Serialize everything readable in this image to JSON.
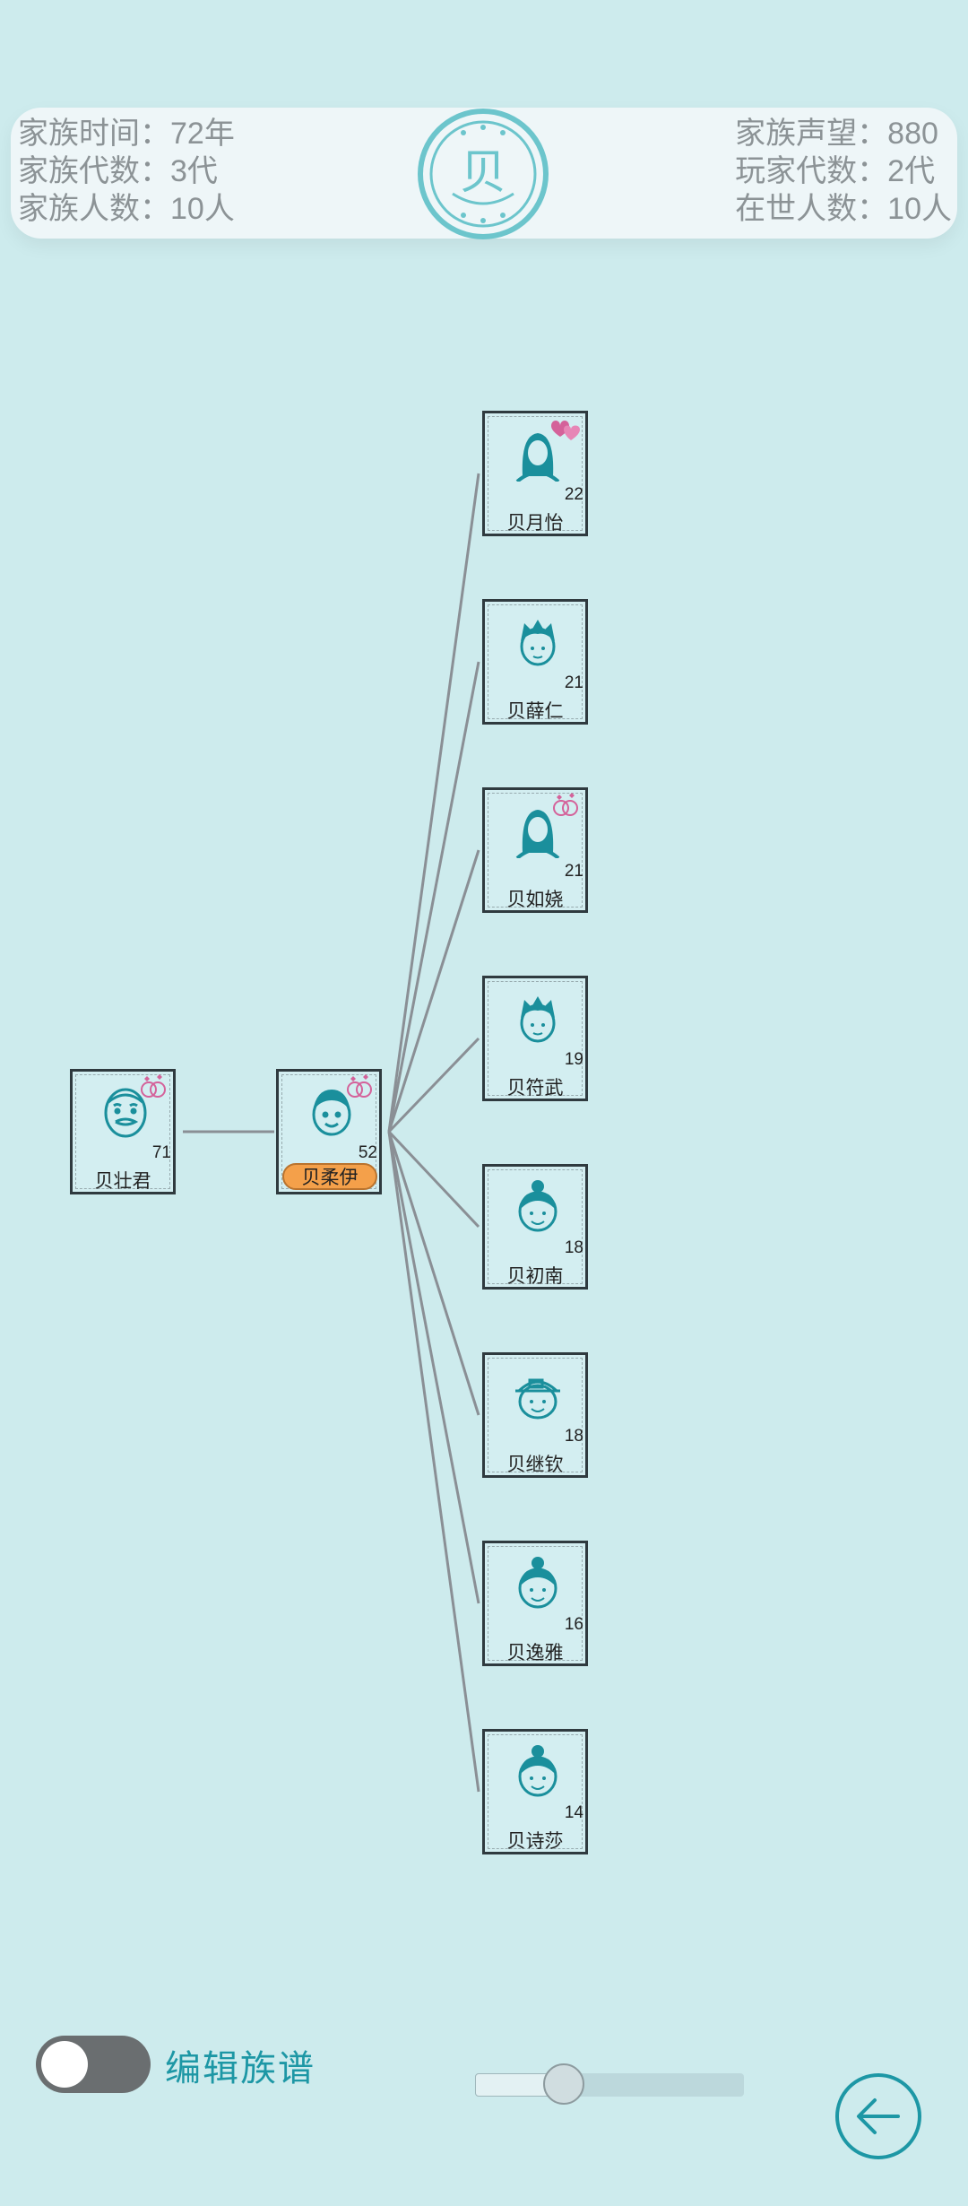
{
  "header": {
    "left_stats": [
      {
        "label": "家族时间：",
        "value": "72年"
      },
      {
        "label": "家族代数：",
        "value": "3代"
      },
      {
        "label": "家族人数：",
        "value": "10人"
      }
    ],
    "right_stats": [
      {
        "label": "家族声望：",
        "value": "880"
      },
      {
        "label": "玩家代数：",
        "value": "2代"
      },
      {
        "label": "在世人数：",
        "value": "10人"
      }
    ],
    "seal_char": "贝"
  },
  "tree": {
    "grandparent": {
      "name": "贝壮君",
      "age": "71",
      "face": "grandpa-icon",
      "badge": "rings-icon"
    },
    "player": {
      "name": "贝柔伊",
      "age": "52",
      "face": "woman-icon",
      "badge": "rings-icon"
    },
    "children": [
      {
        "name": "贝月怡",
        "age": "22",
        "face": "long-hair-woman-icon",
        "badge": "hearts-icon"
      },
      {
        "name": "贝薛仁",
        "age": "21",
        "face": "boy-icon",
        "badge": ""
      },
      {
        "name": "贝如娆",
        "age": "21",
        "face": "long-hair-woman-icon",
        "badge": "rings-icon"
      },
      {
        "name": "贝符武",
        "age": "19",
        "face": "boy-icon",
        "badge": ""
      },
      {
        "name": "贝初南",
        "age": "18",
        "face": "bun-girl-icon",
        "badge": ""
      },
      {
        "name": "贝继钦",
        "age": "18",
        "face": "cap-kid-icon",
        "badge": ""
      },
      {
        "name": "贝逸雅",
        "age": "16",
        "face": "bun-girl-icon",
        "badge": ""
      },
      {
        "name": "贝诗莎",
        "age": "14",
        "face": "bun-girl-icon",
        "badge": ""
      }
    ]
  },
  "footer": {
    "toggle_label": "编辑族谱",
    "toggle_on": false,
    "slider_value": 0.33
  },
  "colors": {
    "background": "#cdebed",
    "accent": "#1d97a5",
    "player_badge": "#f4a04a",
    "badge_pink": "#d4629a"
  }
}
